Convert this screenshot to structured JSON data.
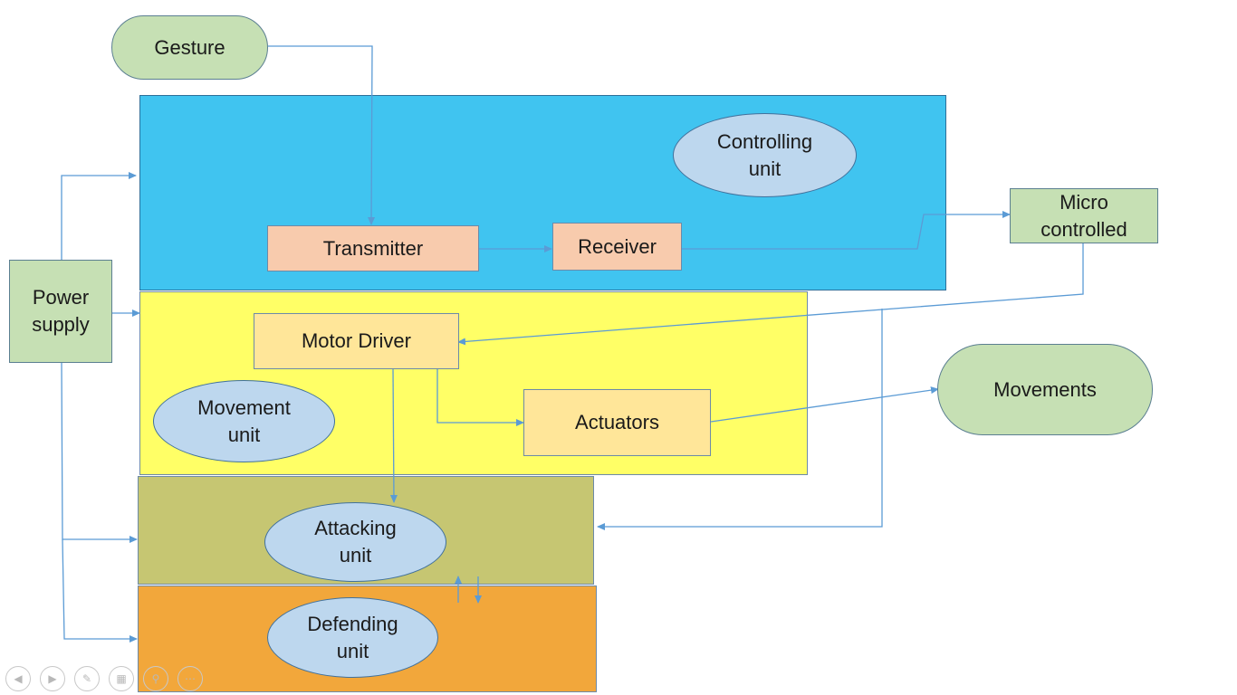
{
  "diagram": {
    "gesture": "Gesture",
    "power_supply": "Power\nsupply",
    "controlling_unit": "Controlling\nunit",
    "transmitter": "Transmitter",
    "receiver": "Receiver",
    "micro_controlled": "Micro\ncontrolled",
    "motor_driver": "Motor Driver",
    "movement_unit": "Movement\nunit",
    "actuators": "Actuators",
    "movements": "Movements",
    "attacking_unit": "Attacking\nunit",
    "defending_unit": "Defending\nunit"
  },
  "colors": {
    "controlling_section": "#40c4f0",
    "movement_section": "#ffff66",
    "attacking_section": "#c6c672",
    "defending_section": "#f2a73b",
    "connector": "#5b9bd5"
  },
  "toolbar": {
    "icons": [
      "previous-icon",
      "next-icon",
      "pen-icon",
      "slides-icon",
      "zoom-icon",
      "more-icon"
    ]
  }
}
